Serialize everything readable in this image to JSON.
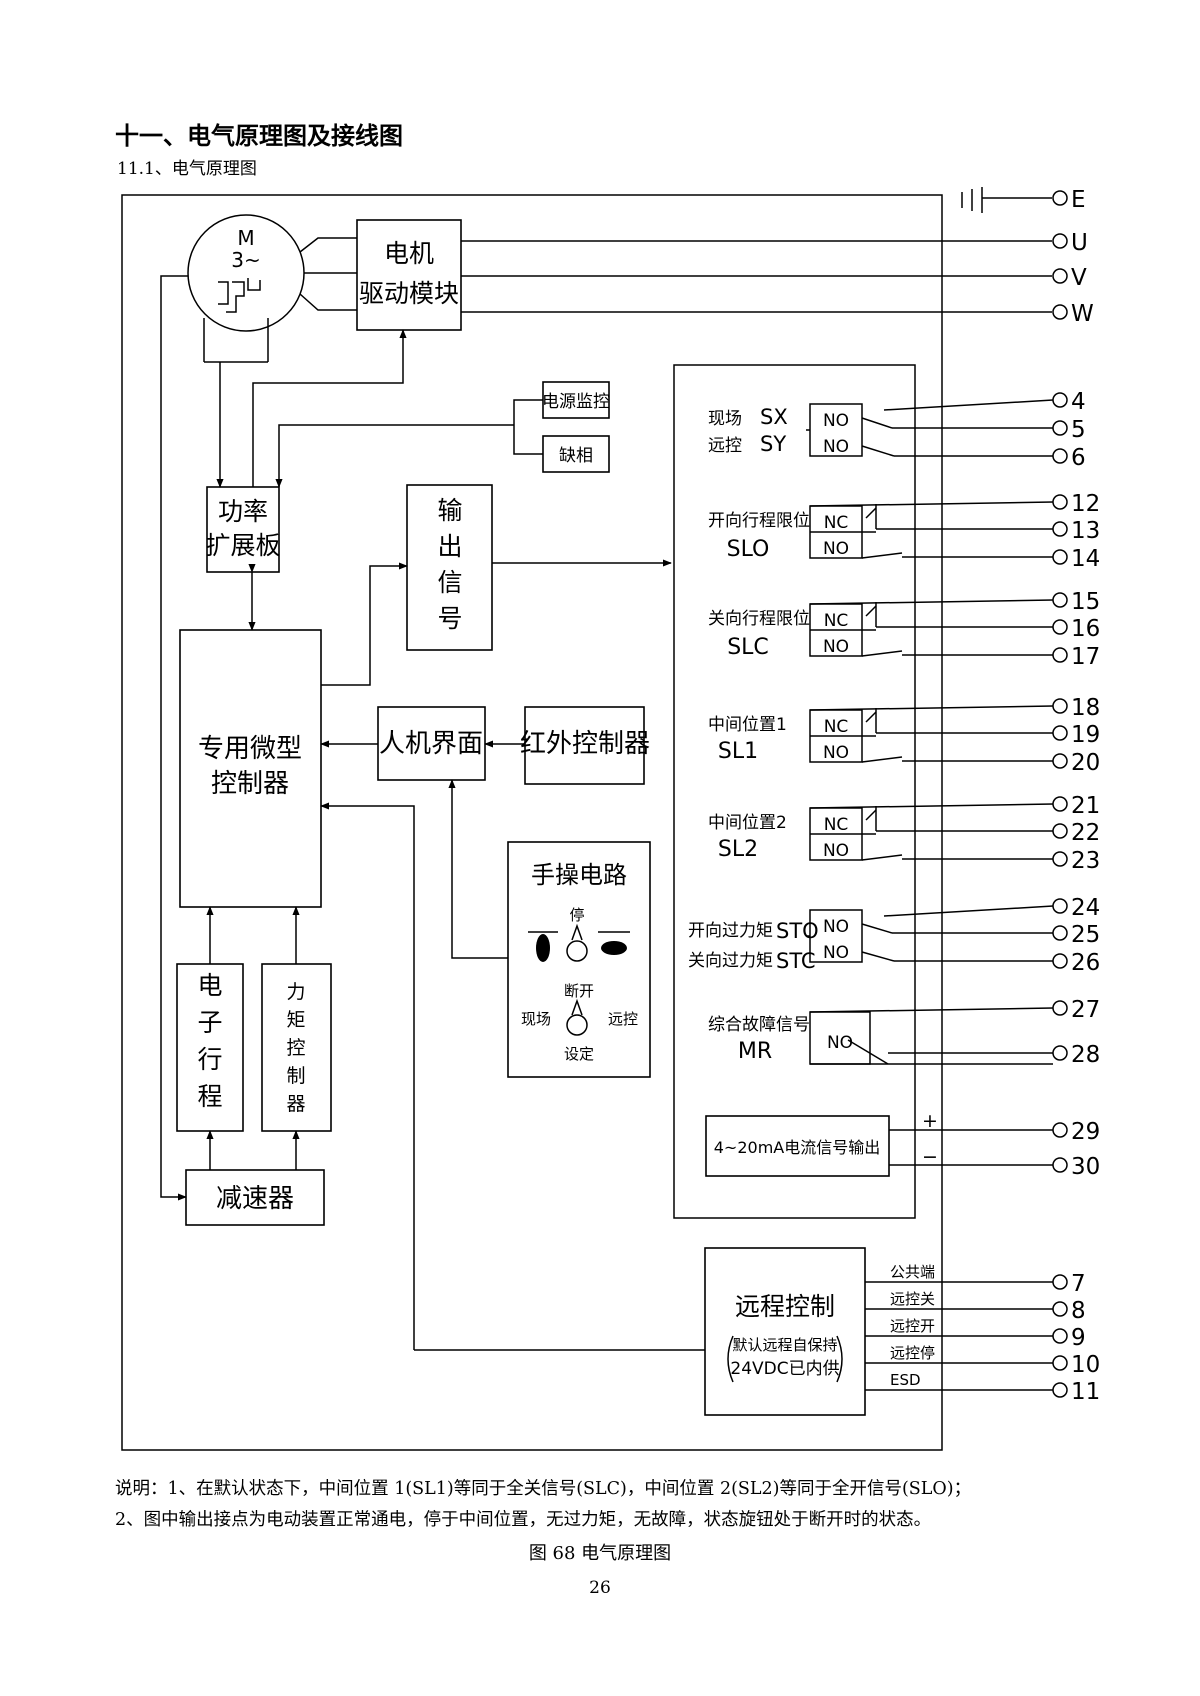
{
  "section_title": "十一、电气原理图及接线图",
  "subsection_title": "11.1、电气原理图",
  "blocks": {
    "motor_label": "M",
    "motor_phase": "3~",
    "motor_drive": [
      "电机",
      "驱动模块"
    ],
    "power_monitor": "电源监控",
    "phase_loss": "缺相",
    "power_expansion": [
      "功率",
      "扩展板"
    ],
    "output_signal": [
      "输",
      "出",
      "信",
      "号"
    ],
    "micro_controller": [
      "专用微型",
      "控制器"
    ],
    "hmi": "人机界面",
    "ir_controller": "红外控制器",
    "manual_circuit": "手操电路",
    "knob_stop": "停",
    "knob_off": "断开",
    "knob_local": "现场",
    "knob_remote": "远控",
    "knob_set": "设定",
    "electronic_travel": [
      "电",
      "子",
      "行",
      "程"
    ],
    "torque_control": [
      "力",
      "矩",
      "控",
      "制",
      "器"
    ],
    "reducer": "减速器",
    "remote_control": "远程控制",
    "remote_note": [
      "默认远程自保持",
      "24VDC已内供"
    ],
    "current_output": "4~20mA电流信号输出"
  },
  "power_terminals": [
    "E",
    "U",
    "V",
    "W"
  ],
  "relay_groups": {
    "local_remote": {
      "label1": "现场",
      "code1": "SX",
      "label2": "远控",
      "code2": "SY",
      "contacts": [
        "NO",
        "NO"
      ],
      "terminals": [
        "4",
        "5",
        "6"
      ]
    },
    "open_limit": {
      "label": "开向行程限位",
      "code": "SLO",
      "contacts": [
        "NC",
        "NO"
      ],
      "terminals": [
        "12",
        "13",
        "14"
      ]
    },
    "close_limit": {
      "label": "关向行程限位",
      "code": "SLC",
      "contacts": [
        "NC",
        "NO"
      ],
      "terminals": [
        "15",
        "16",
        "17"
      ]
    },
    "mid1": {
      "label": "中间位置1",
      "code": "SL1",
      "contacts": [
        "NC",
        "NO"
      ],
      "terminals": [
        "18",
        "19",
        "20"
      ]
    },
    "mid2": {
      "label": "中间位置2",
      "code": "SL2",
      "contacts": [
        "NC",
        "NO"
      ],
      "terminals": [
        "21",
        "22",
        "23"
      ]
    },
    "torque": {
      "label1": "开向过力矩",
      "code1": "STO",
      "label2": "关向过力矩",
      "code2": "STC",
      "contacts": [
        "NO",
        "NO"
      ],
      "terminals": [
        "24",
        "25",
        "26"
      ]
    },
    "fault": {
      "label": "综合故障信号",
      "code": "MR",
      "contacts": [
        "NO"
      ],
      "terminals": [
        "27",
        "28"
      ]
    },
    "analog": {
      "plus": "+",
      "minus": "−",
      "terminals": [
        "29",
        "30"
      ]
    }
  },
  "remote_lines": {
    "labels": [
      "公共端",
      "远控关",
      "远控开",
      "远控停",
      "ESD"
    ],
    "terminals": [
      "7",
      "8",
      "9",
      "10",
      "11"
    ]
  },
  "notes": [
    "说明：1、在默认状态下，中间位置 1(SL1)等同于全关信号(SLC)，中间位置 2(SL2)等同于全开信号(SLO)；",
    "2、图中输出接点为电动装置正常通电，停于中间位置，无过力矩，无故障，状态旋钮处于断开时的状态。"
  ],
  "figure_caption": "图 68  电气原理图",
  "page_number": "26"
}
